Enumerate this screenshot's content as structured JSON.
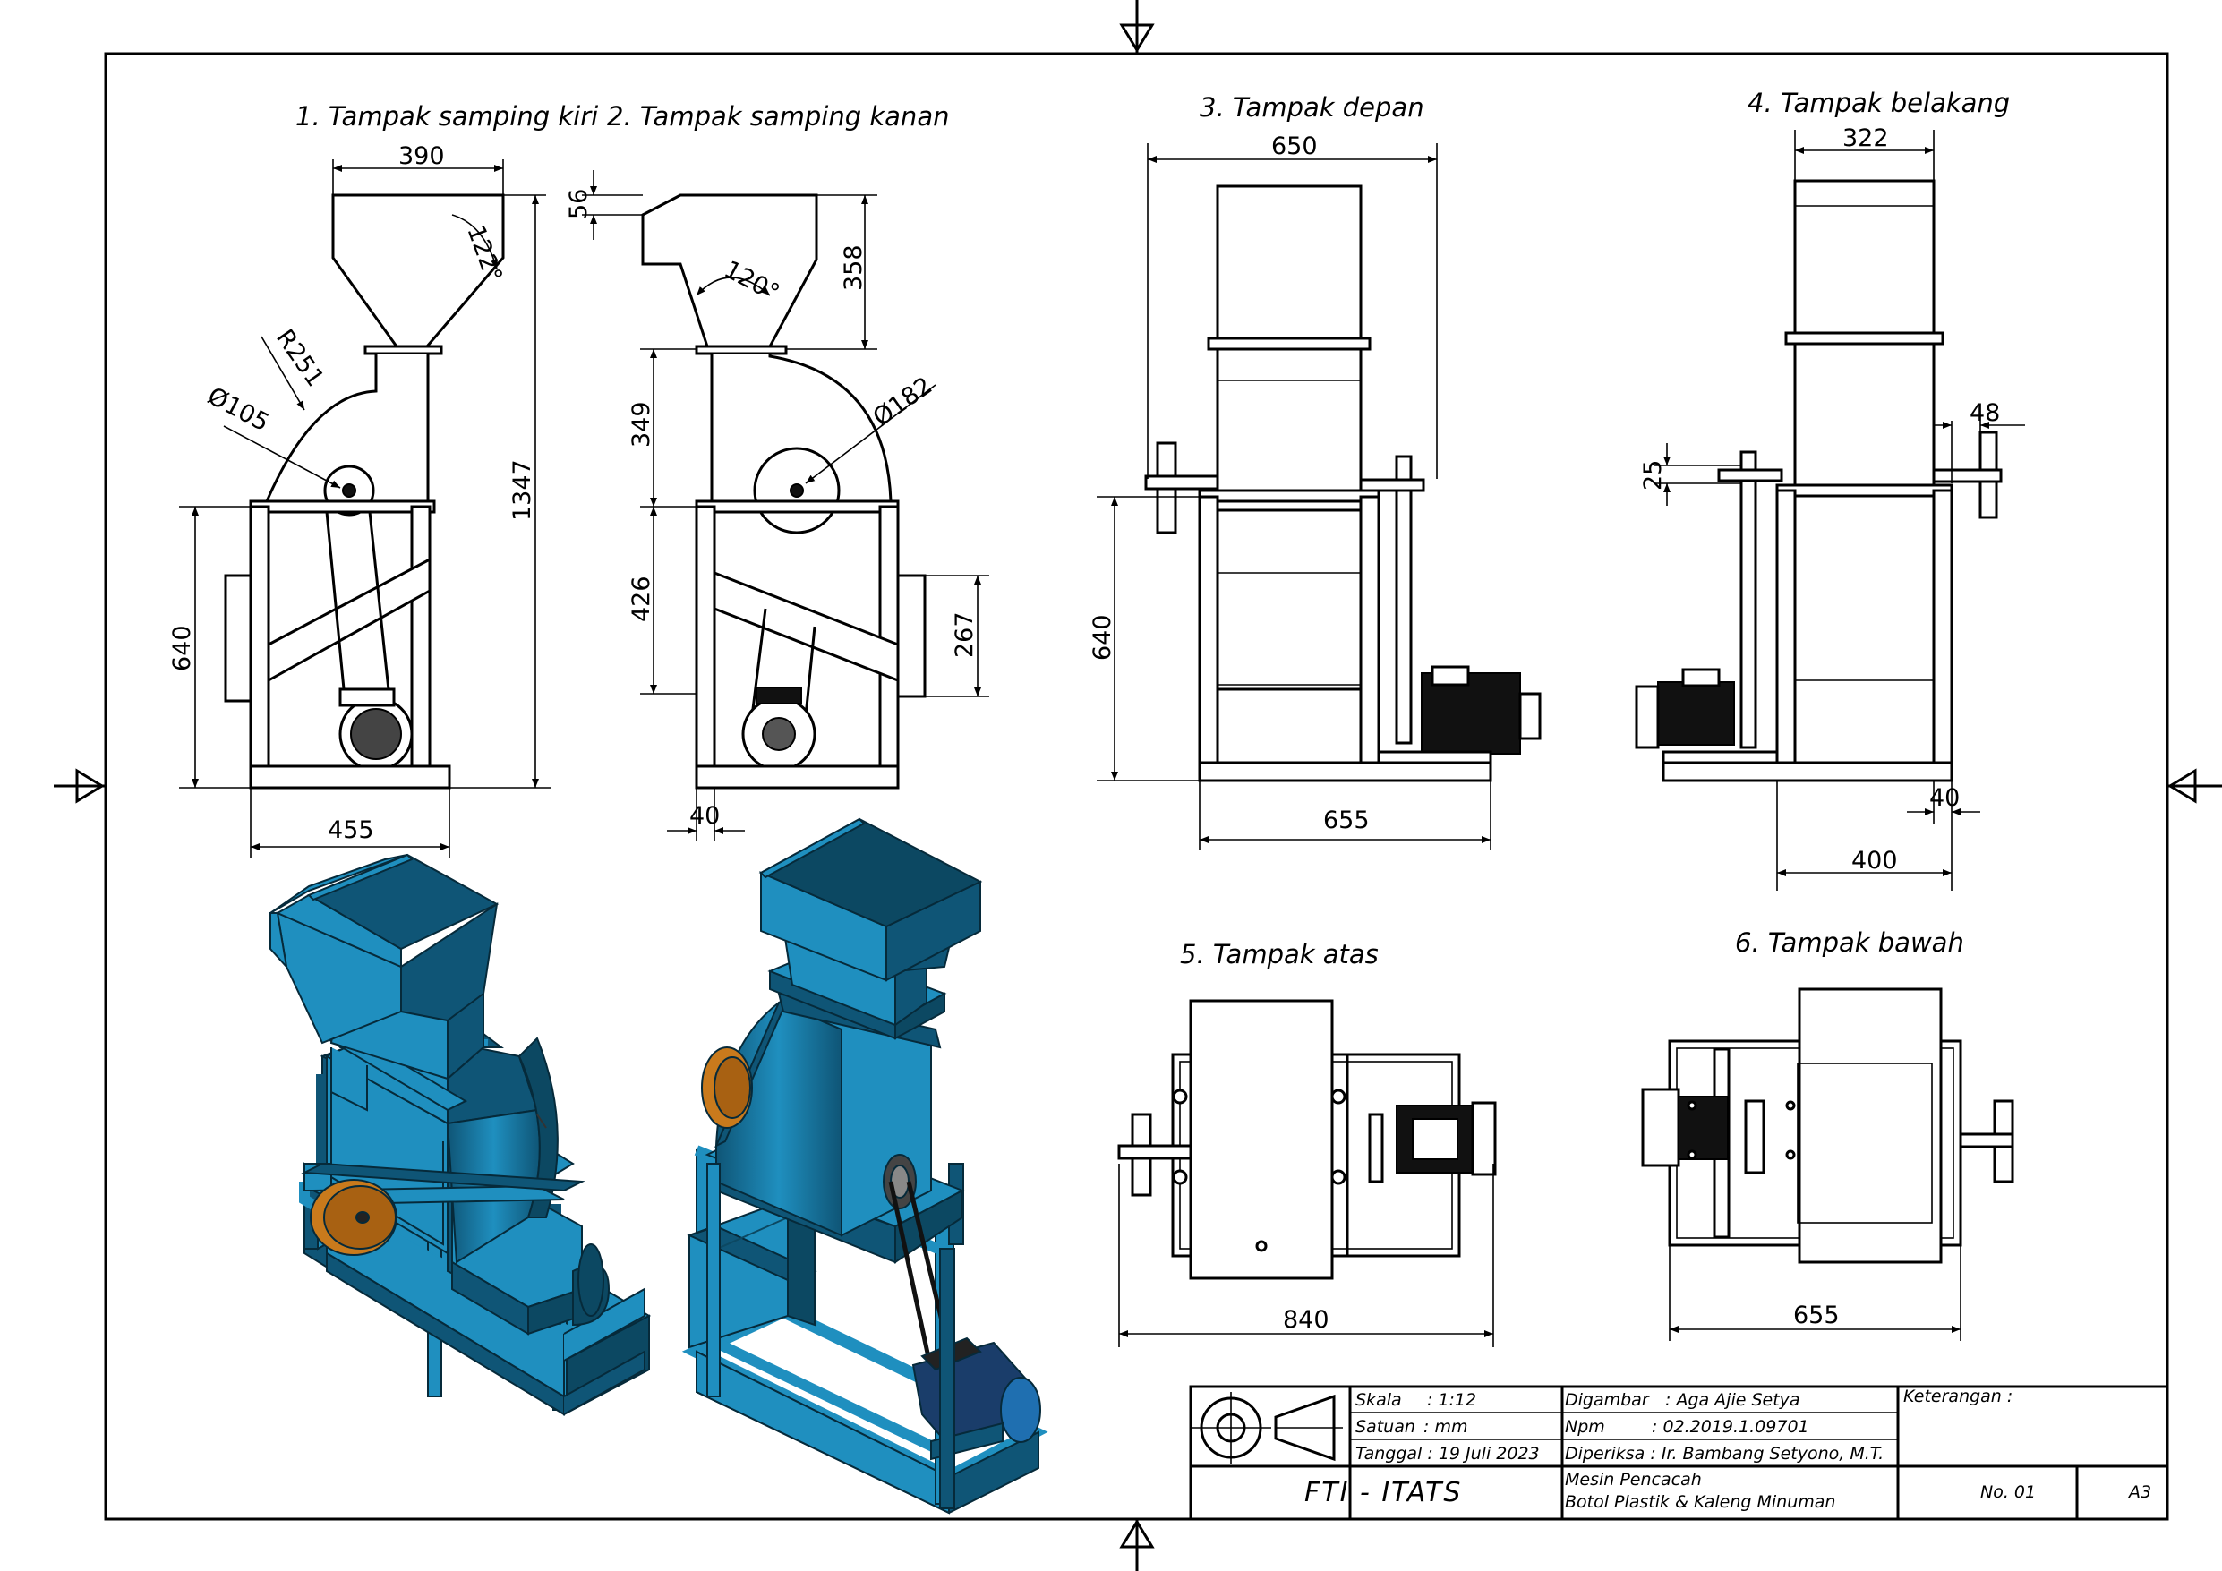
{
  "views": [
    {
      "title": "1. Tampak samping kiri"
    },
    {
      "title": "2. Tampak samping kanan"
    },
    {
      "title": "3. Tampak depan"
    },
    {
      "title": "4. Tampak belakang"
    },
    {
      "title": "5. Tampak atas"
    },
    {
      "title": "6. Tampak bawah"
    }
  ],
  "dims": {
    "v1": {
      "top_width": "390",
      "hopper_angle": "122°",
      "radius": "R251",
      "pulley": "Ø105",
      "total_height": "1347",
      "frame_height": "640",
      "base_width": "455"
    },
    "v2": {
      "lip": "56",
      "hopper_height": "358",
      "hopper_angle": "120°",
      "housing_height": "349",
      "housing_dia": "Ø182",
      "frame_height": "426",
      "outlet_height": "267",
      "leg": "40"
    },
    "v3": {
      "top_width": "650",
      "frame_height": "640",
      "base_width": "655"
    },
    "v4": {
      "top_width": "322",
      "shaft": "48",
      "offset": "25",
      "leg": "40",
      "base_width": "400"
    },
    "v5": {
      "width": "840"
    },
    "v6": {
      "width": "655"
    }
  },
  "title_block": {
    "skala_label": "Skala",
    "skala_value": ": 1:12",
    "satuan_label": "Satuan",
    "satuan_value": ": mm",
    "tanggal": "Tanggal : 19 Juli 2023",
    "digambar_label": "Digambar",
    "digambar_value": ": Aga Ajie Setya",
    "npm_label": "Npm",
    "npm_value": ": 02.2019.1.09701",
    "diperiksa": "Diperiksa : Ir. Bambang Setyono, M.T.",
    "keterangan": "Keterangan :",
    "institution": "FTI - ITATS",
    "machine_line1": "Mesin Pencacah",
    "machine_line2": "Botol Plastik & Kaleng Minuman",
    "sheet_no": "No. 01",
    "paper": "A3"
  },
  "colors": {
    "machine_blue": "#1f8fbf",
    "machine_dark": "#0f5576",
    "pulley_orange": "#c97a1c"
  }
}
